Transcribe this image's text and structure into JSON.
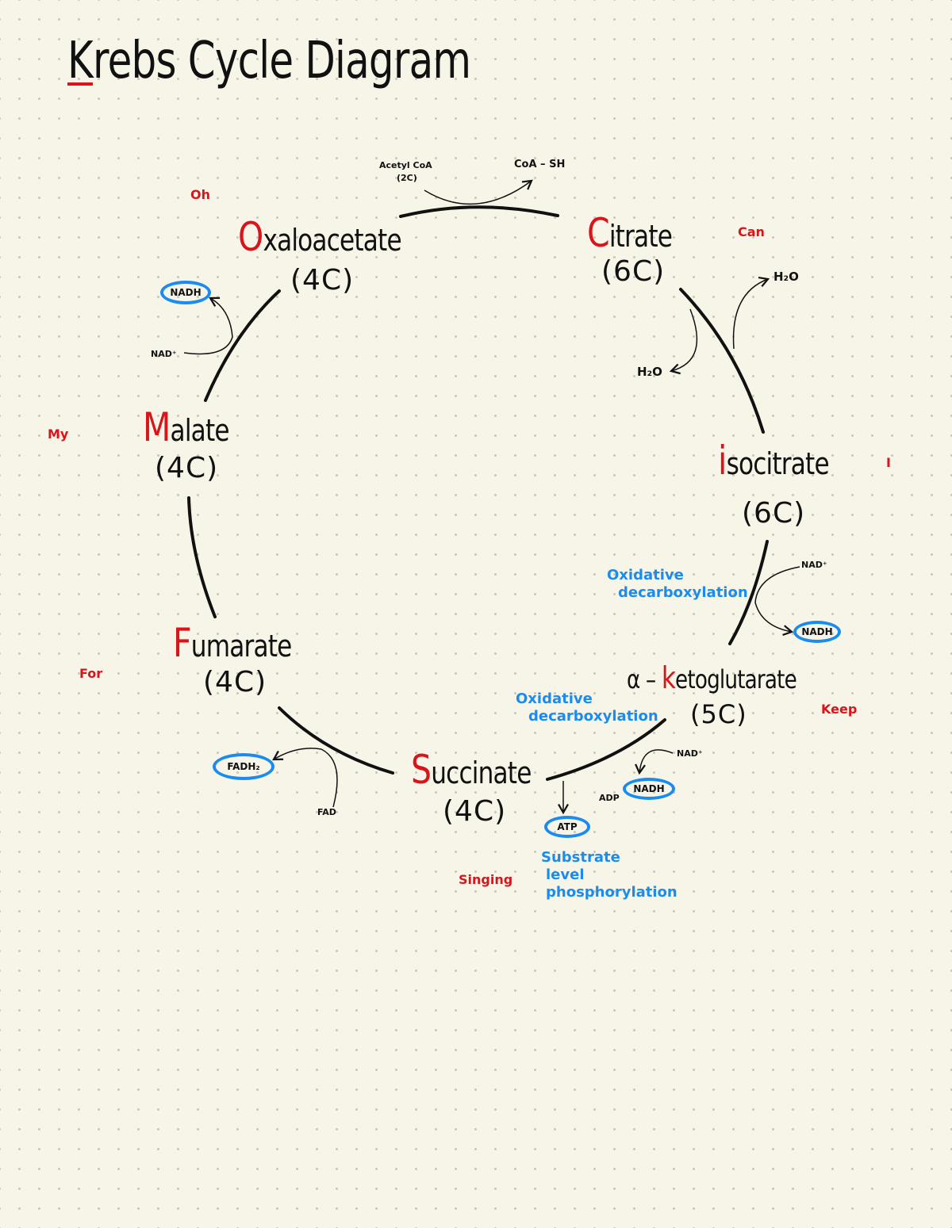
{
  "title": {
    "first_letter": "K",
    "rest": "rebs Cycle Diagram"
  },
  "metabolites": {
    "oxaloacetate": {
      "first": "O",
      "rest": "xaloacetate",
      "carbons": "(4C)",
      "mnemonic": "Oh"
    },
    "citrate": {
      "first": "C",
      "rest": "itrate",
      "carbons": "(6C)",
      "mnemonic": "Can"
    },
    "isocitrate": {
      "first": "i",
      "rest": "socitrate",
      "carbons": "(6C)",
      "mnemonic": "I"
    },
    "ketoglutarate": {
      "prefix": "α – ",
      "first": "k",
      "rest": "etoglutarate",
      "carbons": "(5C)",
      "mnemonic": "Keep"
    },
    "succinate": {
      "first": "S",
      "rest": "uccinate",
      "carbons": "(4C)",
      "mnemonic": "Singing"
    },
    "fumarate": {
      "first": "F",
      "rest": "umarate",
      "carbons": "(4C)",
      "mnemonic": "For"
    },
    "malate": {
      "first": "M",
      "rest": "alate",
      "carbons": "(4C)",
      "mnemonic": "My"
    }
  },
  "reactants": {
    "acetyl_coa": "Acetyl CoA",
    "acetyl_coa_carbons": "(2C)",
    "coa_sh": "CoA – SH",
    "h2o_in": "H₂O",
    "h2o_out": "H₂O",
    "nad_iso": "NAD⁺",
    "nadh_iso": "NADH",
    "nad_keto": "NAD⁺",
    "nadh_keto": "NADH",
    "adp": "ADP",
    "atp": "ATP",
    "fad": "FAD",
    "fadh2": "FADH₂",
    "nad_malate": "NAD⁺",
    "nadh_malate": "NADH"
  },
  "annotations": {
    "oxidative_1_line1": "Oxidative",
    "oxidative_1_line2": "decarboxylation",
    "oxidative_2_line1": "Oxidative",
    "oxidative_2_line2": "decarboxylation",
    "substrate_line1": "Substrate",
    "substrate_line2": "level",
    "substrate_line3": "phosphorylation"
  },
  "colors": {
    "background": "#f7f4e8",
    "accent_red": "#d8151b",
    "accent_blue": "#1a8cf0",
    "ink": "#111111"
  }
}
